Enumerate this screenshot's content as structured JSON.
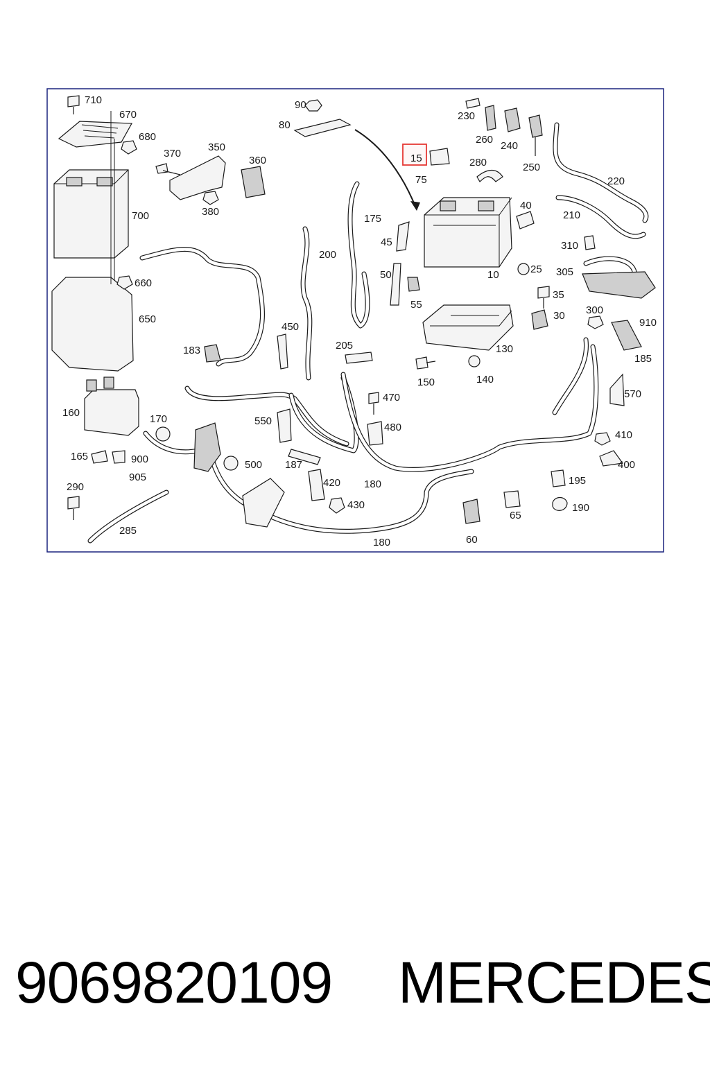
{
  "diagram": {
    "border_color": "#1a237e",
    "highlight_color": "#e53935",
    "highlighted_part": "15",
    "callouts": {
      "c710": "710",
      "c670": "670",
      "c680": "680",
      "c700": "700",
      "c660": "660",
      "c650": "650",
      "c160": "160",
      "c170": "170",
      "c165": "165",
      "c900": "900",
      "c905": "905",
      "c290": "290",
      "c285": "285",
      "c370": "370",
      "c350": "350",
      "c360": "360",
      "c380": "380",
      "c90": "90",
      "c80": "80",
      "c175": "175",
      "c200": "200",
      "c450": "450",
      "c183": "183",
      "c205": "205",
      "c470": "470",
      "c480": "480",
      "c550": "550",
      "c500": "500",
      "c187": "187",
      "c420": "420",
      "c430": "430",
      "c180a": "180",
      "c180b": "180",
      "c15": "15",
      "c75": "75",
      "c230": "230",
      "c260": "260",
      "c240": "240",
      "c250": "250",
      "c280": "280",
      "c220": "220",
      "c210": "210",
      "c40": "40",
      "c45": "45",
      "c50": "50",
      "c55": "55",
      "c10": "10",
      "c25": "25",
      "c310": "310",
      "c305": "305",
      "c910": "910",
      "c35": "35",
      "c30": "30",
      "c300": "300",
      "c185": "185",
      "c130": "130",
      "c150": "150",
      "c140": "140",
      "c570": "570",
      "c410": "410",
      "c400": "400",
      "c195": "195",
      "c190": "190",
      "c65": "65",
      "c60": "60"
    }
  },
  "footer": {
    "part_number": "9069820109",
    "brand": "MERCEDES"
  }
}
